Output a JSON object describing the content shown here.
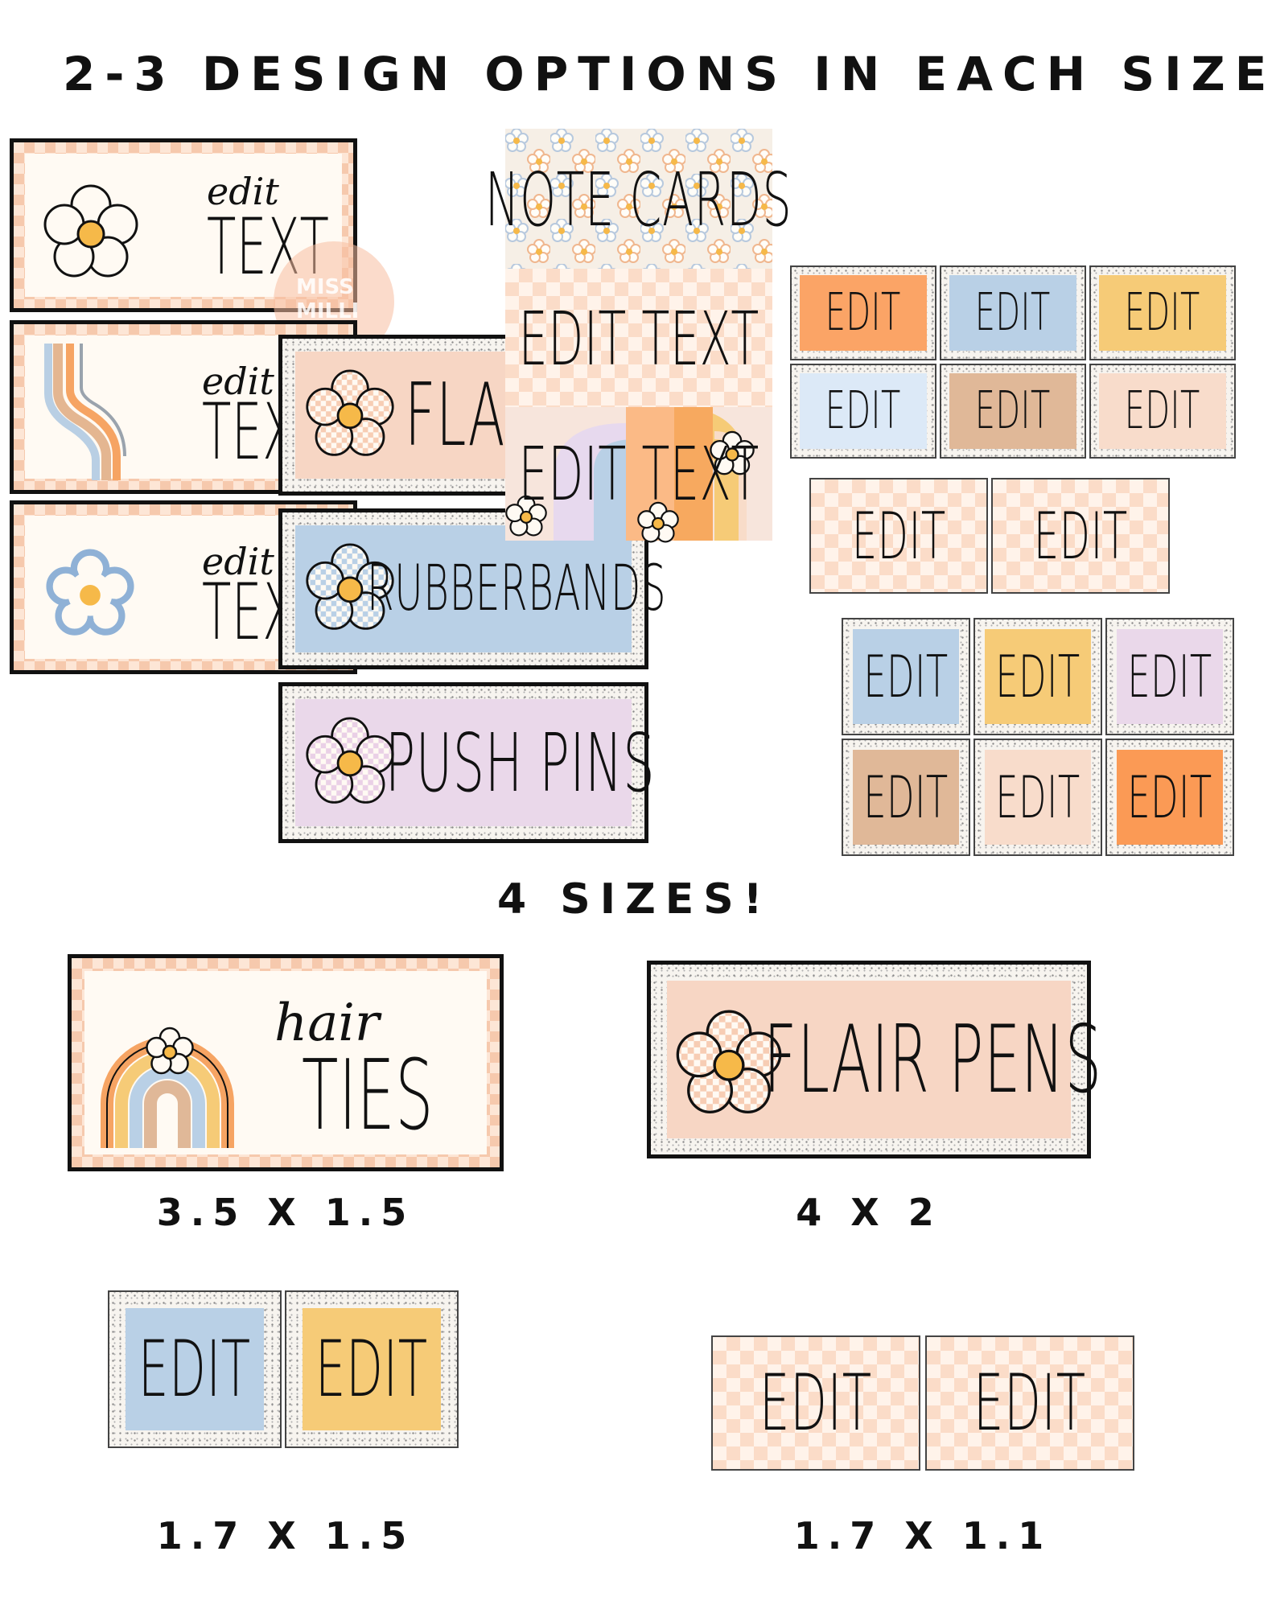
{
  "heading": "2-3 DESIGN OPTIONS IN EACH SIZE",
  "middle_heading": "4 SIZES!",
  "watermark": "MISS MILLI",
  "preview_cards": {
    "edit_script": "edit",
    "edit_caps": "TEXT",
    "flair": "FLAIR",
    "rubberbands": "RUBBERBANDS",
    "push_pins": "PUSH PINS"
  },
  "note_cards": {
    "title": "NOTE CARDS",
    "edit_text_1": "EDIT TEXT",
    "edit_text_2": "EDIT TEXT"
  },
  "small_label": "EDIT",
  "samples": [
    {
      "script": "hair",
      "caps": "TIES",
      "size": "3.5 X 1.5"
    },
    {
      "caps": "FLAIR PENS",
      "size": "4 X 2"
    },
    {
      "labels": [
        "EDIT",
        "EDIT"
      ],
      "size": "1.7 X 1.5"
    },
    {
      "labels": [
        "EDIT",
        "EDIT"
      ],
      "size": "1.7 X 1.1"
    }
  ],
  "colors": {
    "peach": "#f7d6c4",
    "blue": "#b9d0e6",
    "yellow": "#f6cb77",
    "lavender": "#ead8ea",
    "orange": "#fba466",
    "tan": "#e0b898",
    "light_blue": "#dce9f7",
    "blush": "#f8dccb"
  },
  "icons": [
    "daisy-icon",
    "rainbow-icon",
    "checkered-daisy-icon"
  ]
}
